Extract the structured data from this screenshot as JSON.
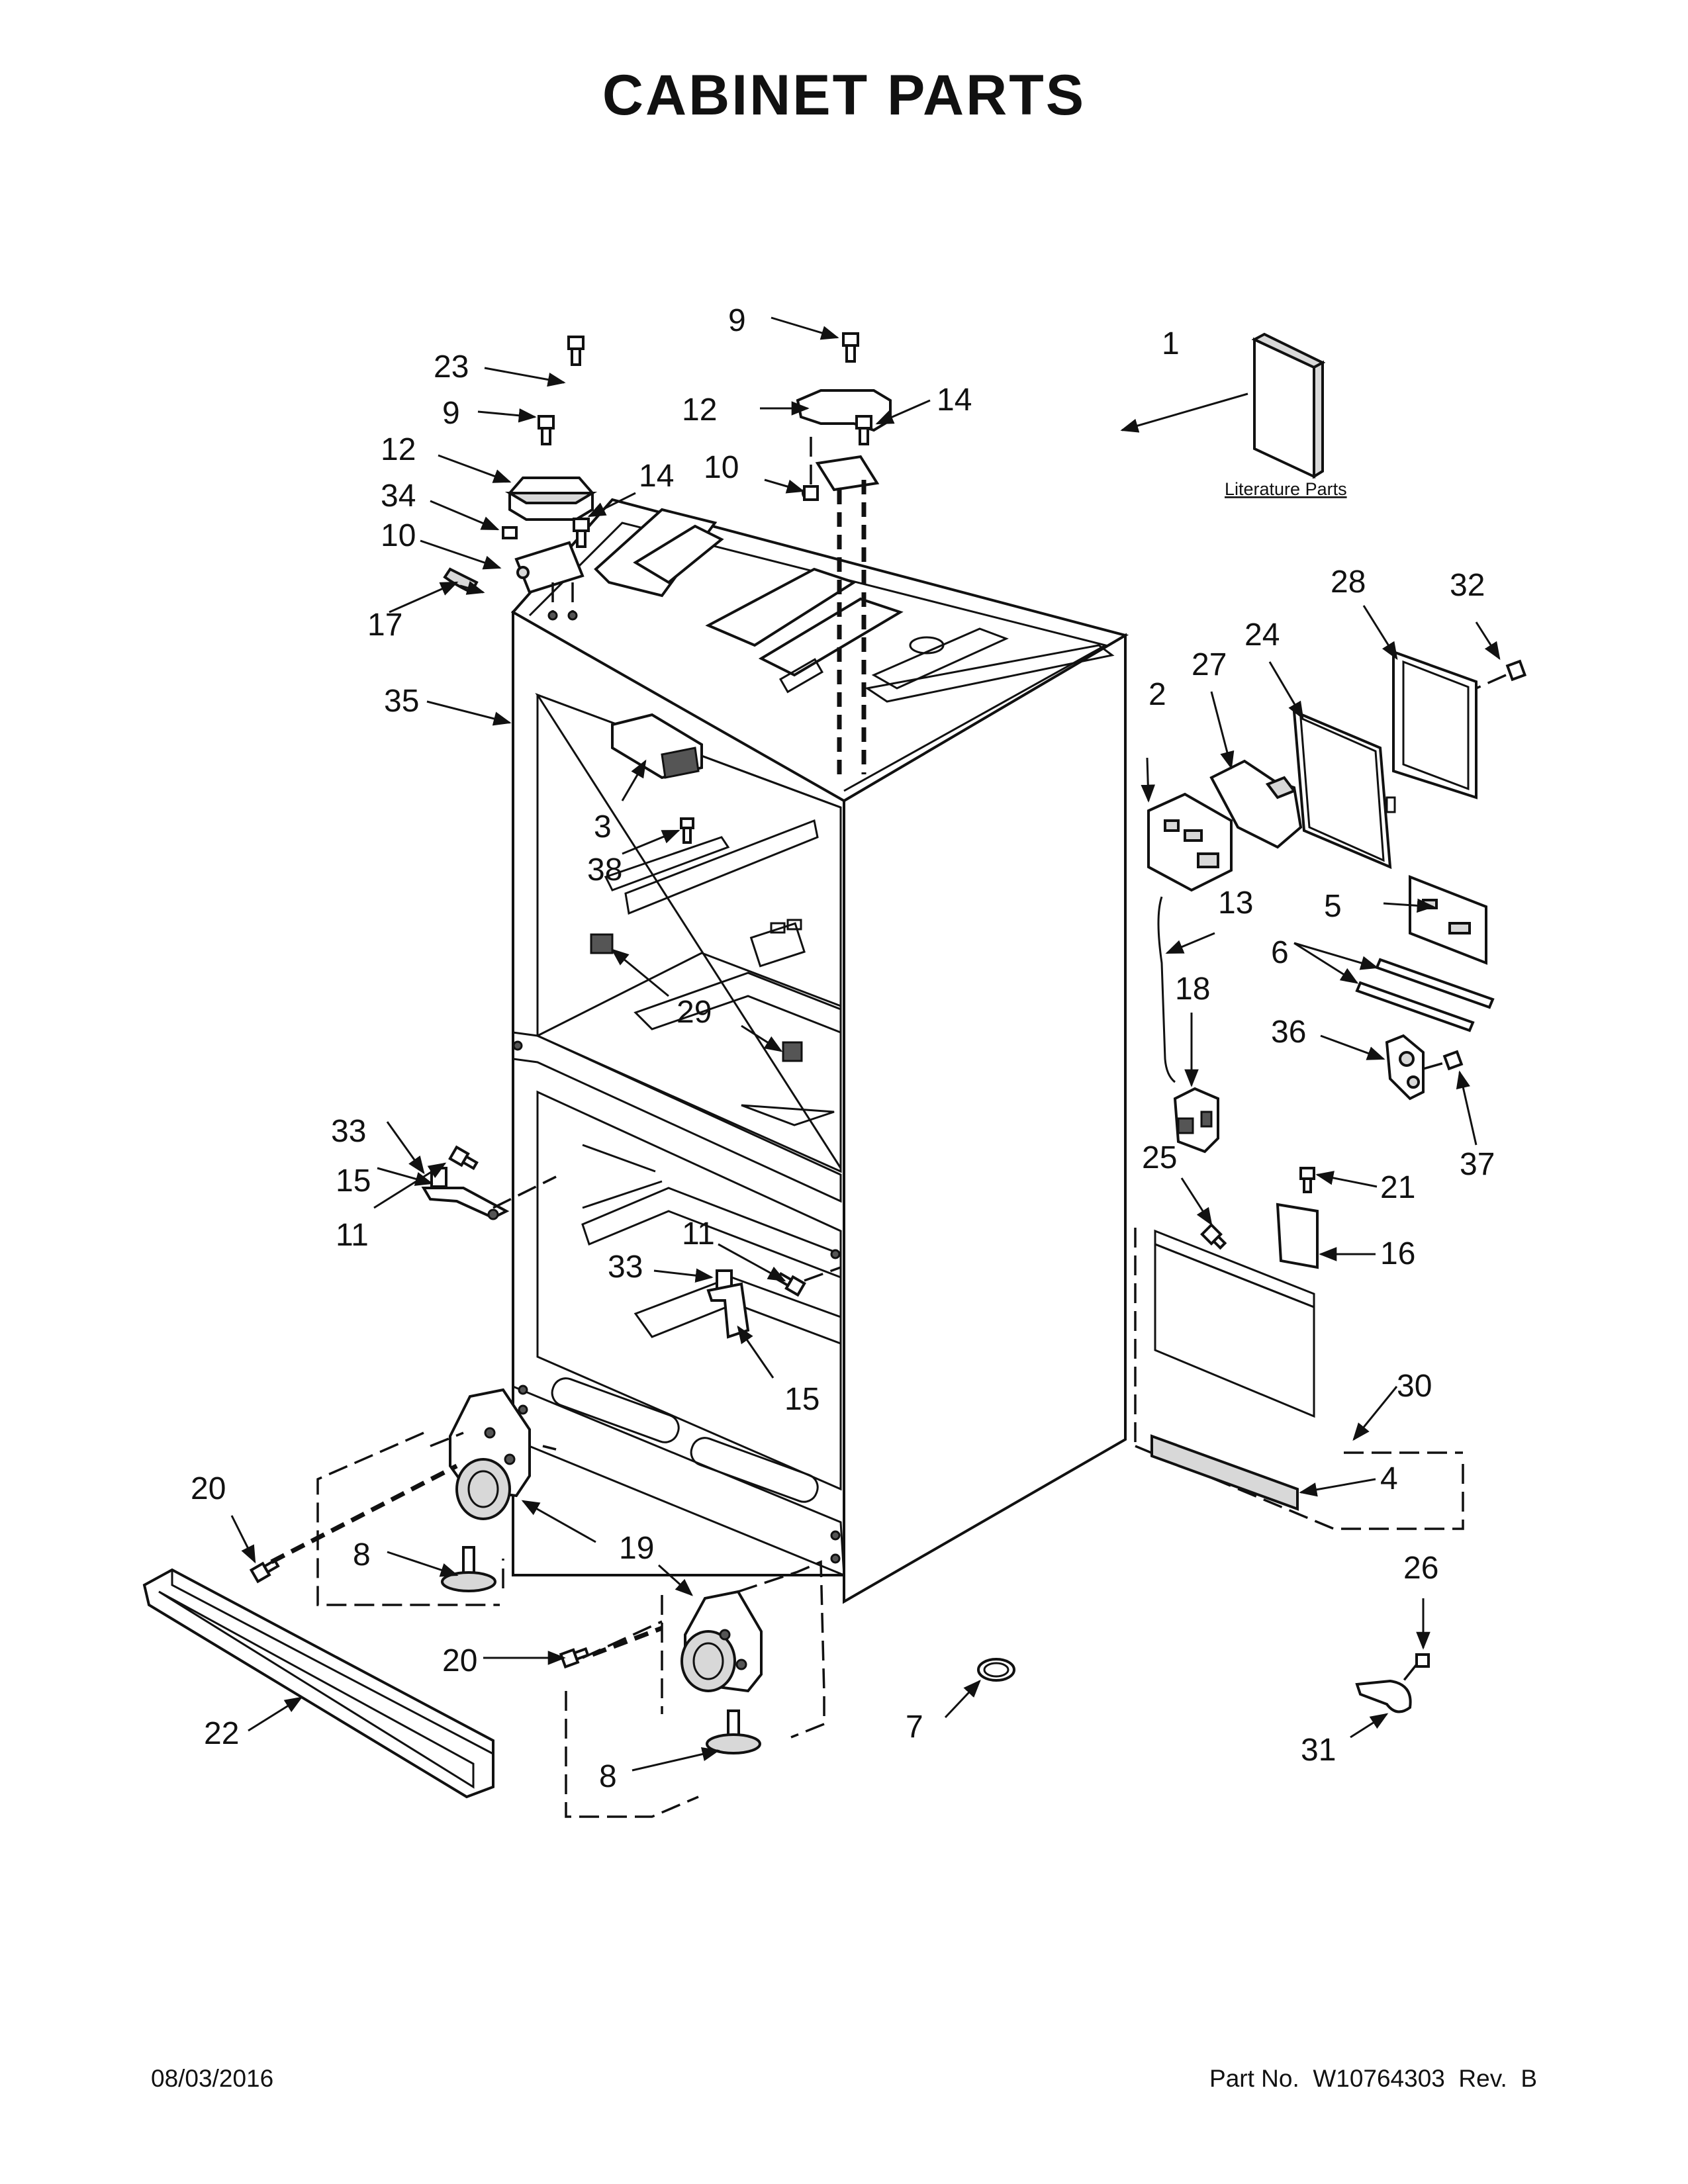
{
  "title": "CABINET PARTS",
  "footer": {
    "date": "08/03/2016",
    "part_number": "Part No.  W10764303  Rev.  B"
  },
  "literature_label": "Literature Parts",
  "callouts": {
    "c1": "1",
    "c2": "2",
    "c3": "3",
    "c4": "4",
    "c5": "5",
    "c6": "6",
    "c7": "7",
    "c8": "8",
    "c9": "9",
    "c10": "10",
    "c11": "11",
    "c12": "12",
    "c13": "13",
    "c14": "14",
    "c15": "15",
    "c16": "16",
    "c17": "17",
    "c18": "18",
    "c19": "19",
    "c20": "20",
    "c21": "21",
    "c22": "22",
    "c23": "23",
    "c24": "24",
    "c25": "25",
    "c26": "26",
    "c27": "27",
    "c28": "28",
    "c29": "29",
    "c30": "30",
    "c31": "31",
    "c32": "32",
    "c33": "33",
    "c34": "34",
    "c35": "35",
    "c36": "36",
    "c37": "37",
    "c38": "38"
  }
}
